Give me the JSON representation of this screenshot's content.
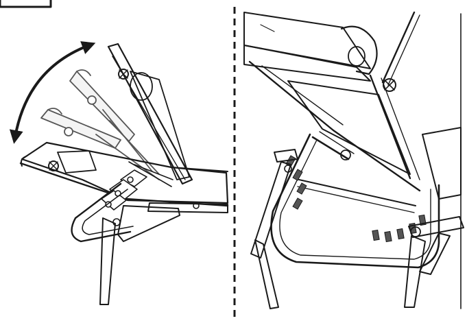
{
  "figure": {
    "panels": [
      {
        "id": "left",
        "subject": "recline-positions"
      },
      {
        "id": "right",
        "subject": "backrest-mesh-detail"
      }
    ]
  },
  "colors": {
    "line": "#1a1a1a",
    "fabric": "#b5b5b5",
    "fabric_dark": "#9a9a9a",
    "mesh": "#777777",
    "background": "#ffffff"
  },
  "icons": [
    "curved-double-arrow-icon",
    "locking-knob-icon",
    "dashed-divider"
  ]
}
